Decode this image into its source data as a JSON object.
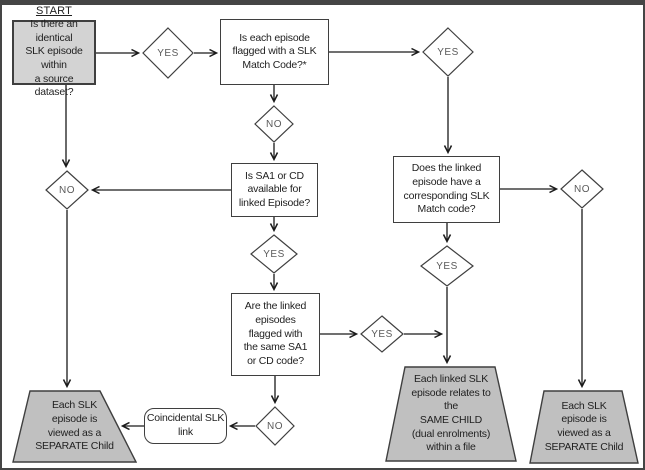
{
  "diagram": {
    "colors": {
      "frame": "#454545",
      "start_fill": "#d3d3d3",
      "trapezoid_fill": "#c0c0c0",
      "box_fill": "#ffffff",
      "line": "#1a1a1a",
      "decision_label": "#5a5a5a"
    },
    "nodes": {
      "start": {
        "title": "START",
        "text": "Is there an identical\nSLK episode within\na source dataset?"
      },
      "episode_flagged": {
        "text": "Is each episode\nflagged with a SLK\nMatch Code?*"
      },
      "sa1_available": {
        "text": "Is SA1 or CD\navailable for\nlinked Episode?"
      },
      "linked_episode": {
        "text": "Does the linked\nepisode have a\ncorresponding SLK\nMatch code?"
      },
      "flagged_same": {
        "text": "Are the linked\nepisodes\nflagged with\nthe same SA1\nor CD code?"
      },
      "coincidental": {
        "text": "Coincidental SLK\nlink"
      },
      "separate_child_left": {
        "text": "Each SLK\nepisode is\nviewed as a\nSEPARATE Child"
      },
      "same_child": {
        "text": "Each linked SLK\nepisode relates to\nthe\nSAME CHILD\n(dual enrolments)\nwithin a file"
      },
      "separate_child_right": {
        "text": "Each SLK\nepisode is\nviewed as a\nSEPARATE Child"
      }
    },
    "decisions": {
      "yes1": "YES",
      "yes2": "YES",
      "yes3": "YES",
      "yes4": "YES",
      "yes5": "YES",
      "no1": "NO",
      "no_left": "NO",
      "no_right": "NO",
      "no2": "NO"
    }
  }
}
